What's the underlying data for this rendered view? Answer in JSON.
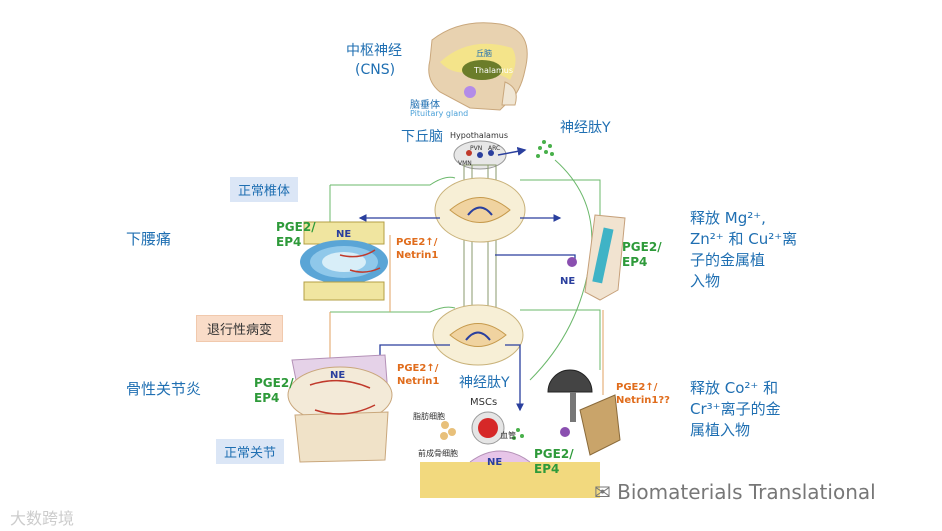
{
  "labels": {
    "cns": "中枢神经",
    "cns_abbr": "(CNS)",
    "thalamus_cn": "丘脑",
    "thalamus_en": "Thalamus",
    "pituitary_cn": "脑垂体",
    "pituitary_en": "Pituitary gland",
    "hypothalamus_cn": "下丘脑",
    "hypothalamus_en": "Hypothalamus",
    "pvn": "PVN",
    "arc": "ARC",
    "vmn": "VMN",
    "npy_top": "神经肽Y",
    "npy_mid": "神经肽Y",
    "normal_vertebra": "正常椎体",
    "low_back_pain": "下腰痛",
    "pge2_ep4_1": "PGE2/\nEP4",
    "pge2_netrin_1": "PGE2↑/\nNetrin1",
    "ne_1": "NE",
    "pge2_ep4_right": "PGE2/\nEP4",
    "ne_right": "NE",
    "release_1_line1": "释放 Mg²⁺,",
    "release_1_line2": "Zn²⁺ 和 Cu²⁺离",
    "release_1_line3": "子的金属植",
    "release_1_line4": "入物",
    "degeneration": "退行性病变",
    "osteoarthritis": "骨性关节炎",
    "pge2_ep4_2": "PGE2/\nEP4",
    "pge2_netrin_2": "PGE2↑/\nNetrin1",
    "ne_2": "NE",
    "normal_joint": "正常关节",
    "adipocyte": "脂肪细胞",
    "mscs": "MSCs",
    "vessel": "血管",
    "preosteoblast": "前成骨细胞",
    "ne_3": "NE",
    "pge2_ep4_3": "PGE2/\nEP4",
    "pge2_netrin_3": "PGE2↑/\nNetrin1??",
    "release_2_line1": "释放 Co²⁺ 和",
    "release_2_line2": "Cr³⁺离子的金",
    "release_2_line3": "属植入物",
    "watermark": "Biomaterials Translational",
    "watermark_left": "大数跨境"
  },
  "colors": {
    "blue": "#1f6fb2",
    "green": "#2e9a3a",
    "orange": "#e06c1c",
    "navy": "#2a3f9e",
    "light_blue_box": "#dbe6f6",
    "light_orange_box": "#f9dcc8"
  }
}
